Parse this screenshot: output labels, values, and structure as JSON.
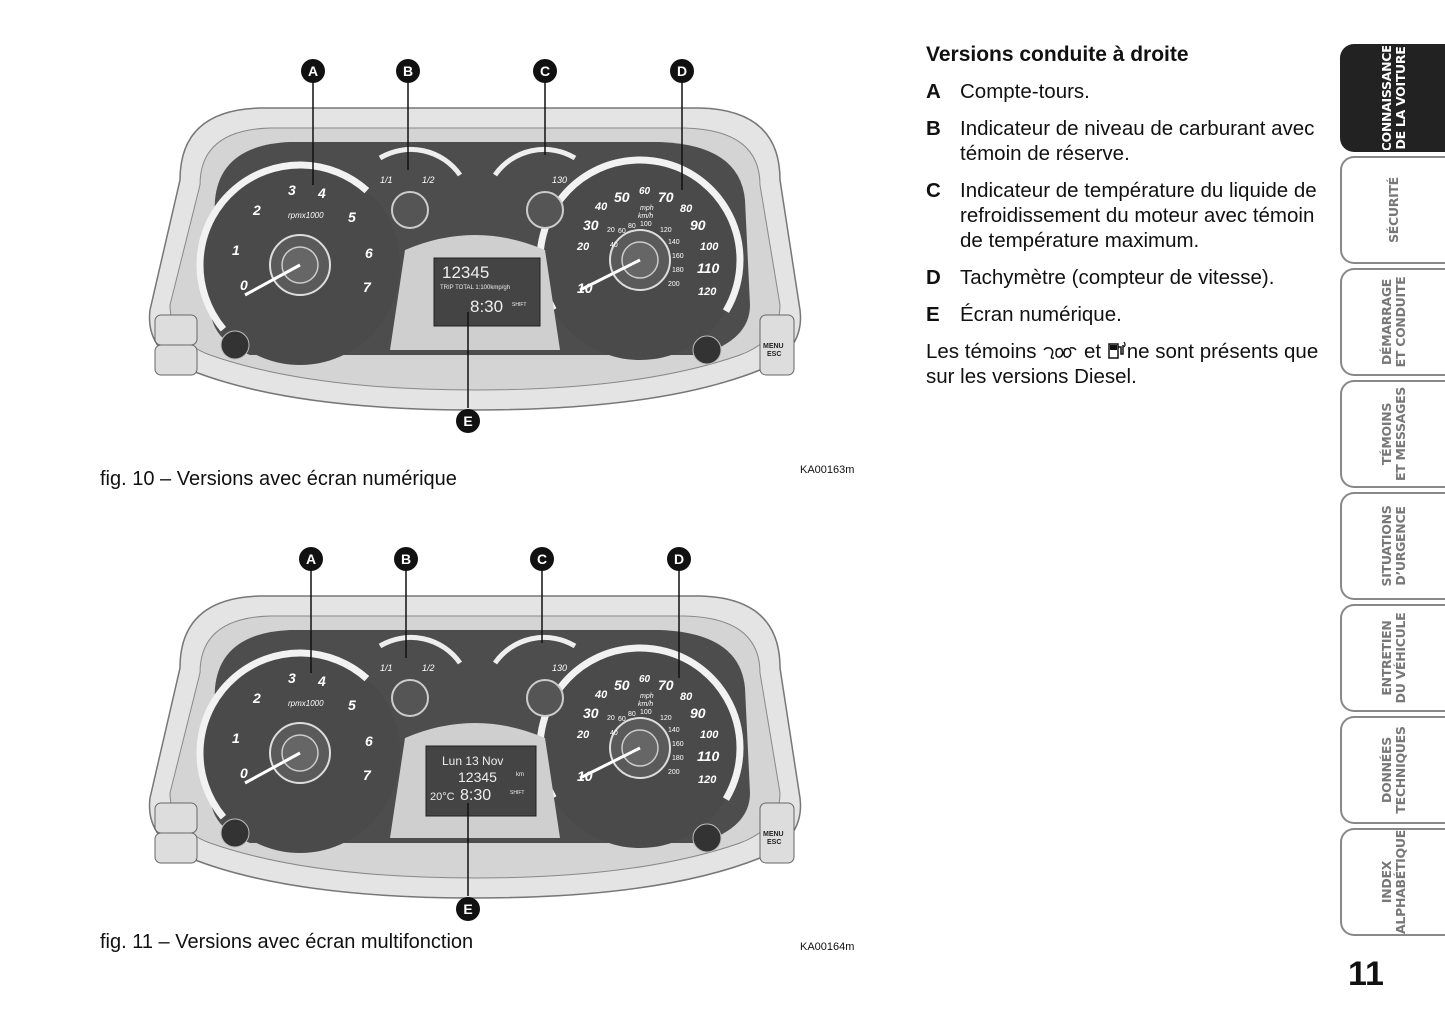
{
  "figures": [
    {
      "caption": "fig. 10 – Versions avec écran numérique",
      "code": "KA00163m",
      "callouts": [
        "A",
        "B",
        "C",
        "D",
        "E"
      ],
      "gauge_text": {
        "rpm_unit": "rpmx1000",
        "fuel_full": "1/1",
        "fuel_half": "1/2",
        "temp_max": "130",
        "speed_unit_top": "mph",
        "speed_unit_bot": "km/h",
        "menu": "MENU",
        "esc": "ESC"
      },
      "display": {
        "line1": "12345",
        "line2": "TRIP TOTAL 1:100kmp/gh",
        "line3": "8:30",
        "shift": "SHIFT"
      }
    },
    {
      "caption": "fig. 11 – Versions avec écran multifonction",
      "code": "KA00164m",
      "callouts": [
        "A",
        "B",
        "C",
        "D",
        "E"
      ],
      "gauge_text": {
        "rpm_unit": "rpmx1000",
        "fuel_full": "1/1",
        "fuel_half": "1/2",
        "temp_max": "130",
        "speed_unit_top": "mph",
        "speed_unit_bot": "km/h",
        "menu": "MENU",
        "esc": "ESC"
      },
      "display": {
        "line1": "Lun 13 Nov",
        "line2": "12345",
        "line2_unit": "km",
        "line3_temp": "20°C",
        "line3": "8:30",
        "shift": "SHIFT"
      }
    }
  ],
  "rpm_ticks": [
    "0",
    "1",
    "2",
    "3",
    "4",
    "5",
    "6",
    "7"
  ],
  "speed_mph": [
    "10",
    "20",
    "30",
    "40",
    "50",
    "60",
    "70",
    "80",
    "90",
    "100",
    "110",
    "120"
  ],
  "speed_kmh": [
    "20",
    "40",
    "60",
    "80",
    "100",
    "120",
    "140",
    "160",
    "180",
    "200"
  ],
  "section": {
    "title": "Versions conduite à droite",
    "items": [
      {
        "key": "A",
        "text": "Compte-tours."
      },
      {
        "key": "B",
        "text": "Indicateur de niveau de carburant avec témoin de réserve."
      },
      {
        "key": "C",
        "text": "Indicateur de température du liquide de refroidissement du moteur avec témoin de température maximum."
      },
      {
        "key": "D",
        "text": "Tachymètre (compteur de vitesse)."
      },
      {
        "key": "E",
        "text": "Écran numérique."
      }
    ],
    "note_start": "Les témoins",
    "note_mid": "et",
    "note_end": "ne sont présents que sur les versions Diesel."
  },
  "tabs": [
    "CONNAISSANCE\nDE LA VOITURE",
    "SÉCURITÉ",
    "DÉMARRAGE\nET CONDUITE",
    "TÉMOINS\nET MESSAGES",
    "SITUATIONS\nD’URGENCE",
    "ENTRETIEN\nDU VÉHICULE",
    "DONNÉES\nTECHNIQUES",
    "INDEX\nALPHABÉTIQUE"
  ],
  "page_number": "11"
}
